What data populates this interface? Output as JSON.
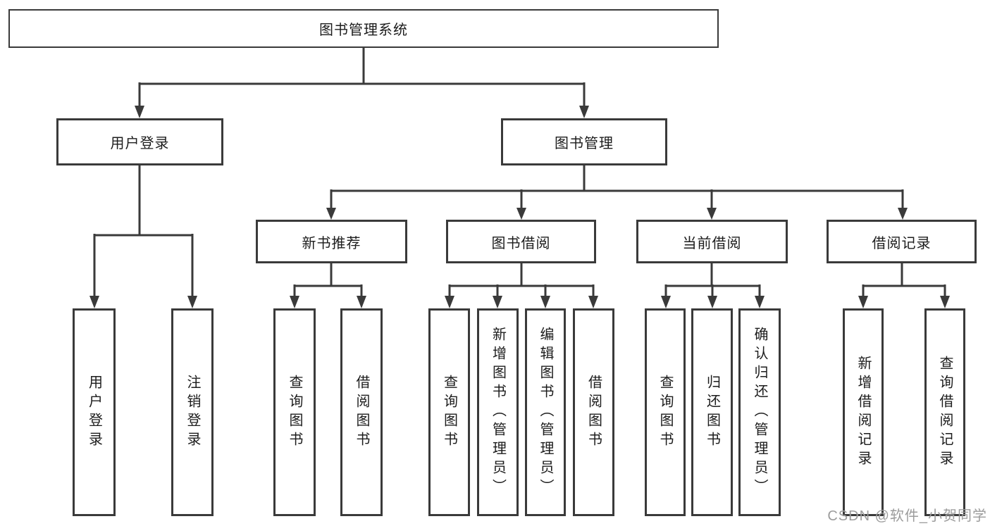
{
  "diagram": {
    "root": {
      "label": "图书管理系统",
      "children": [
        {
          "label": "用户登录",
          "children": [
            {
              "label": "用户登录"
            },
            {
              "label": "注销登录"
            }
          ]
        },
        {
          "label": "图书管理",
          "children": [
            {
              "label": "新书推荐",
              "children": [
                {
                  "label": "查询图书"
                },
                {
                  "label": "借阅图书"
                }
              ]
            },
            {
              "label": "图书借阅",
              "children": [
                {
                  "label": "查询图书"
                },
                {
                  "label": "新增图书（管理员）"
                },
                {
                  "label": "编辑图书（管理员）"
                },
                {
                  "label": "借阅图书"
                }
              ]
            },
            {
              "label": "当前借阅",
              "children": [
                {
                  "label": "查询图书"
                },
                {
                  "label": "归还图书"
                },
                {
                  "label": "确认归还（管理员）"
                }
              ]
            },
            {
              "label": "借阅记录",
              "children": [
                {
                  "label": "新增借阅记录"
                },
                {
                  "label": "查询借阅记录"
                }
              ]
            }
          ]
        }
      ]
    }
  },
  "watermark": {
    "text": "CSDN @软件_小贺同学"
  },
  "colors": {
    "line": "#3a3a3a",
    "box-border": "#3a3a3a",
    "text": "#1c1c1c",
    "watermark": "#9c9c9c",
    "background": "#ffffff"
  }
}
